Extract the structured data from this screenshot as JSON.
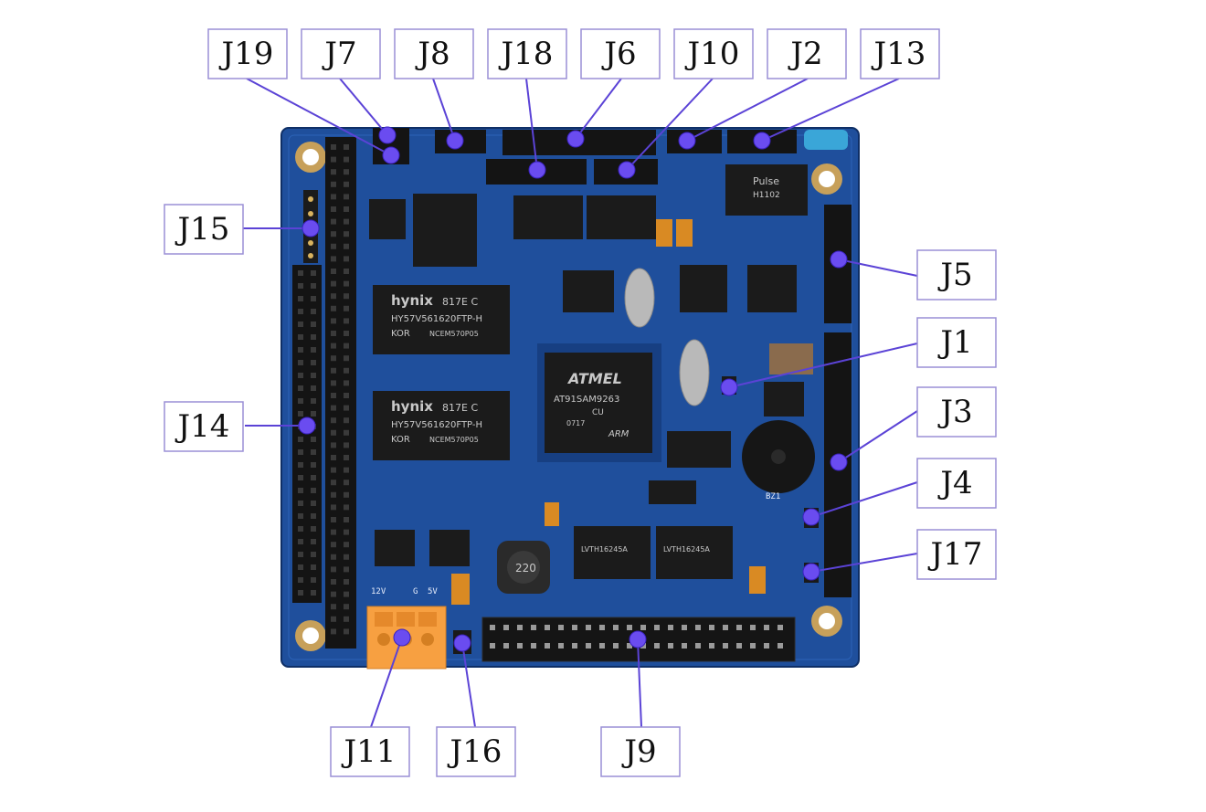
{
  "colors": {
    "pcb": "#1f4f9c",
    "pcb_dark": "#173f82",
    "label_border": "#9a8fd6",
    "leader": "#5b43d6",
    "dot": "#6a4cf0",
    "connector": "#141414",
    "terminal": "#f7a041"
  },
  "labels": {
    "J19": "J19",
    "J7": "J7",
    "J8": "J8",
    "J18": "J18",
    "J6": "J6",
    "J10": "J10",
    "J2": "J2",
    "J13": "J13",
    "J15": "J15",
    "J5": "J5",
    "J1": "J1",
    "J14": "J14",
    "J3": "J3",
    "J4": "J4",
    "J17": "J17",
    "J11": "J11",
    "J16": "J16",
    "J9": "J9"
  },
  "board": {
    "chip_main_brand": "ATMEL",
    "chip_main_part": "AT91SAM9263",
    "chip_main_sub1": "CU",
    "chip_main_sub2": "0717",
    "chip_main_arm": "ARM",
    "sdram_brand": "hynix",
    "sdram_code": "817E  C",
    "sdram_part": "HY57V561620FTP-H",
    "sdram_origin": "KOR",
    "sdram_lot": "NCEM570P05",
    "pulse_brand": "Pulse",
    "pulse_part": "H1102",
    "buffer_part": "LVTH16245A",
    "inductor_mark": "220",
    "buzzer_ref": "BZ1",
    "pwr_12v": "12V",
    "pwr_g": "G",
    "pwr_5v": "5V"
  }
}
